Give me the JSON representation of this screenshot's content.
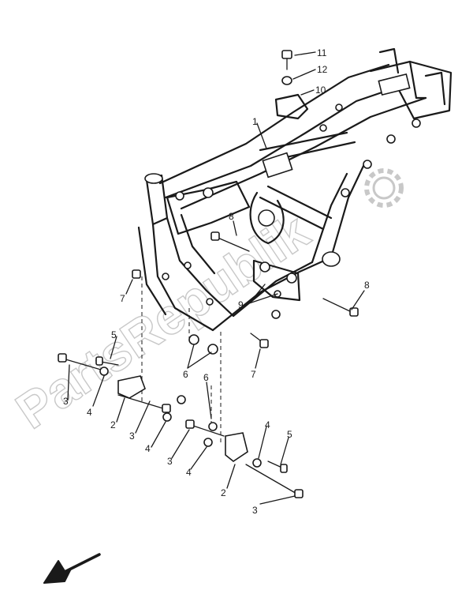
{
  "watermark": "PartsRepublik",
  "callouts": {
    "c11": "11",
    "c12": "12",
    "c10": "10",
    "c1": "1",
    "c8a": "8",
    "c8b": "8",
    "c7a": "7",
    "c7b": "7",
    "c9": "9",
    "c6a": "6",
    "c6b": "6",
    "c5a": "5",
    "c5b": "5",
    "c4a": "4",
    "c4b": "4",
    "c4c": "4",
    "c4d": "4",
    "c3a": "3",
    "c3b": "3",
    "c3c": "3",
    "c3d": "3",
    "c2a": "2",
    "c2b": "2"
  },
  "icons": {
    "watermark_logo": "gear-icon",
    "direction_arrow": "front-arrow-icon"
  },
  "colors": {
    "line": "#1a1a1a",
    "watermark": "#c8c8c8",
    "background": "#ffffff"
  }
}
